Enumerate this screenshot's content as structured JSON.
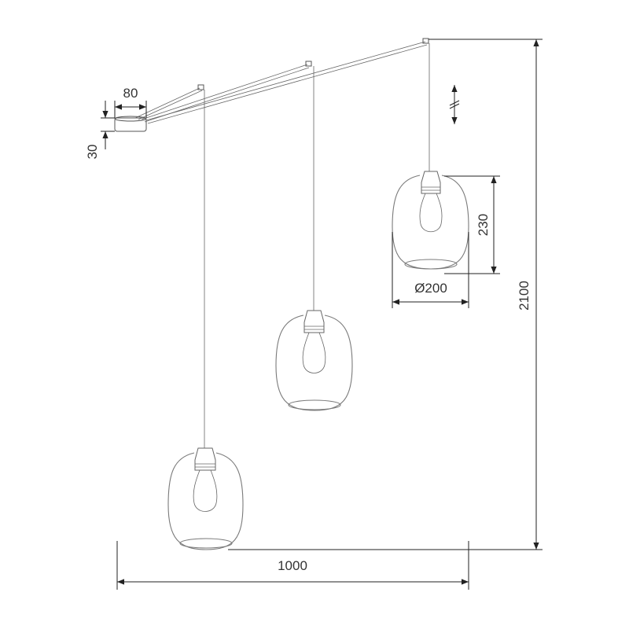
{
  "dimensions": {
    "canopy_width": "80",
    "canopy_height": "30",
    "shade_height": "230",
    "shade_diameter": "Ø200",
    "total_height": "2100",
    "total_span": "1000"
  },
  "colors": {
    "line": "#555555",
    "dimension": "#222222",
    "background": "#ffffff"
  },
  "icons": {
    "adjustable": "height-adjust-icon"
  }
}
